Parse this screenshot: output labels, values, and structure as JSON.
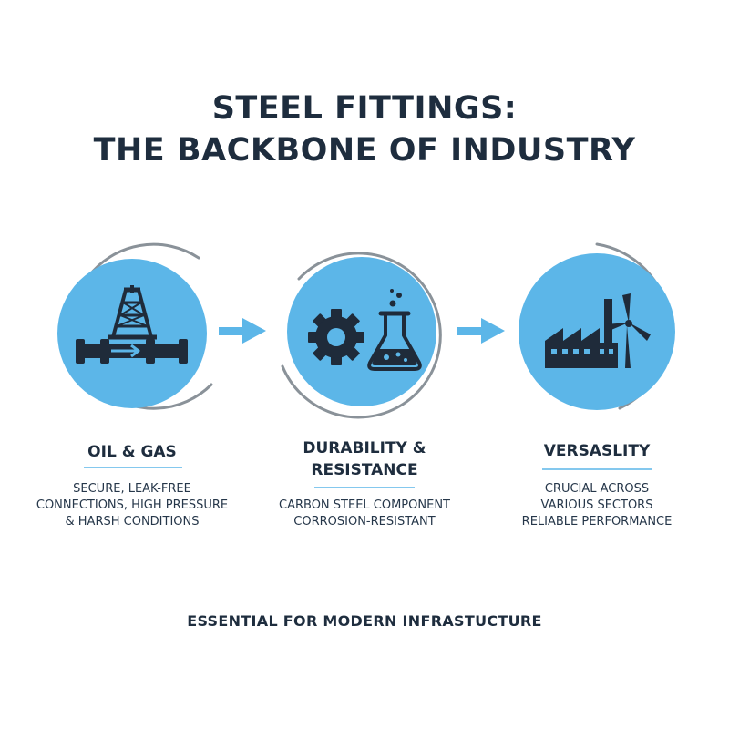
{
  "title": {
    "line1": "STEEL FITTINGS:",
    "line2": "THE BACKBONE OF INDUSTRY"
  },
  "colors": {
    "circle_fill": "#5cb6e8",
    "ring": "#8a9299",
    "arrow": "#5cb6e8",
    "icon": "#1f2b3a",
    "text": "#1e2d3e"
  },
  "steps": [
    {
      "icon": "oil-rig-pipeline-icon",
      "title_lines": [
        "OIL & GAS"
      ],
      "desc_lines": [
        "SECURE, LEAK-FREE",
        "CONNECTIONS, HIGH PRESSURE",
        "& HARSH CONDITIONS"
      ]
    },
    {
      "icon": "gear-flask-icon",
      "title_lines": [
        "DURABILITY &",
        "RESISTANCE"
      ],
      "desc_lines": [
        "CARBON STEEL COMPONENT",
        "CORROSION-RESISTANT"
      ]
    },
    {
      "icon": "factory-wind-turbine-icon",
      "title_lines": [
        "VERSASLITY"
      ],
      "desc_lines": [
        "CRUCIAL ACROSS",
        "VARIOUS SECTORS",
        "RELIABLE PERFORMANCE"
      ]
    }
  ],
  "footer": "ESSENTIAL FOR MODERN INFRASTUCTURE"
}
